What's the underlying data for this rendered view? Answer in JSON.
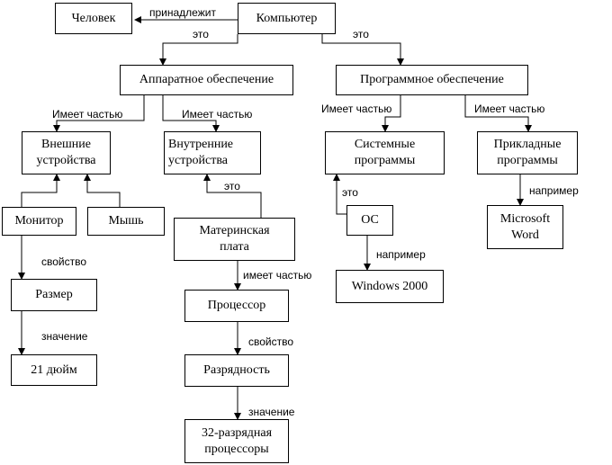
{
  "diagram": {
    "nodes": {
      "chelovek": "Человек",
      "kompyuter": "Компьютер",
      "apparatnoe": "Аппаратное обеспечение",
      "programmnoe": "Программное обеспечение",
      "vneshnie": "Внешние\nустройства",
      "vnutrennie": "Внутренние\nустройства",
      "sistemnye": "Системные\nпрограммы",
      "prikladnye": "Прикладные\nпрограммы",
      "monitor": "Монитор",
      "mysh": "Мышь",
      "materinskaya": "Материнская\nплата",
      "os": "ОС",
      "msword": "Microsoft\nWord",
      "razmer": "Размер",
      "windows2000": "Windows 2000",
      "processor": "Процессор",
      "dyuim21": "21 дюйм",
      "razryadnost": "Разрядность",
      "processory32": "32-разрядная\nпроцессоры"
    },
    "edge_labels": {
      "prinadlezhit": "принадлежит",
      "eto_apparatnoe": "это",
      "eto_programmnoe": "это",
      "imeet_vneshnie": "Имеет частью",
      "imeet_vnutrennie": "Имеет частью",
      "imeet_sistemnye": "Имеет частью",
      "imeet_prikladnye": "Имеет частью",
      "eto_materinskaya": "это",
      "eto_os": "это",
      "naprimer_msword": "например",
      "naprimer_windows": "например",
      "svoistvo_razmer": "свойство",
      "imeet_processor": "имеет частью",
      "znachenie_dyuim": "значение",
      "svoistvo_razryadnost": "свойство",
      "znachenie_32": "значение"
    }
  }
}
